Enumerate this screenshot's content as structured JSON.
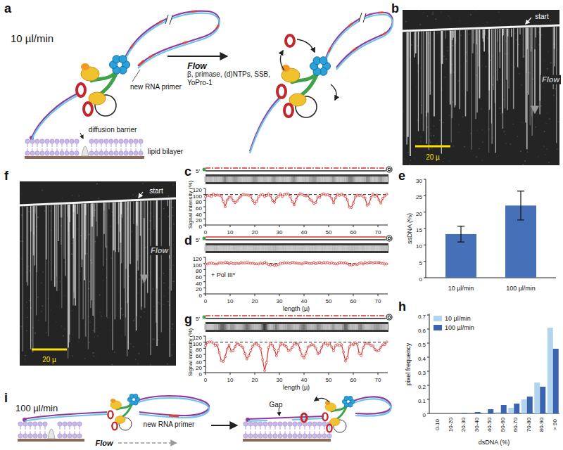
{
  "diagram": {
    "labels": [
      "a",
      "10 µl/min",
      "new RNA primer",
      "diffusion barrier",
      "lipid bilayer",
      "Flow",
      "β, primase, (d)NTPs, SSB, YoPro-1",
      "b",
      "start",
      "Flow",
      "20 µ",
      "c",
      "5'",
      "Signal intensity (%)",
      "0",
      "20",
      "40",
      "60",
      "80",
      "100",
      "120",
      "0",
      "10",
      "20",
      "30",
      "40",
      "50",
      "60",
      "70",
      "d",
      "5'",
      "+ Pol III*",
      "0",
      "20",
      "40",
      "60",
      "80",
      "100",
      "120",
      "0",
      "10",
      "20",
      "30",
      "40",
      "50",
      "60",
      "70",
      "length (µ)",
      "e",
      "ssDNA (%)",
      "0",
      "5",
      "10",
      "15",
      "20",
      "25",
      "30",
      "10 µl/min",
      "100 µl/min",
      "f",
      "start",
      "Flow",
      "20 µ",
      "g",
      "5'",
      "Signal intensity (%)",
      "0",
      "20",
      "40",
      "60",
      "80",
      "100",
      "120",
      "0",
      "10",
      "20",
      "30",
      "40",
      "50",
      "60",
      "70",
      "length (µ)",
      "h",
      "pixel frequency",
      "0",
      "0.1",
      "0.2",
      "0.3",
      "0.4",
      "0.5",
      "0.6",
      "0.7",
      "0-10",
      "10-20",
      "20-30",
      "30-40",
      "40-50",
      "50-60",
      "60-70",
      "70-80",
      "80-90",
      "> 90",
      "dsDNA (%)",
      "i",
      "100 µl/min",
      "new RNA primer",
      "Flow",
      "Gap"
    ],
    "legend": [
      {
        "text": "10 µl/min",
        "color": "#b3d4ee"
      },
      {
        "text": "100 µl/min",
        "color": "#3a64ad"
      }
    ]
  }
}
